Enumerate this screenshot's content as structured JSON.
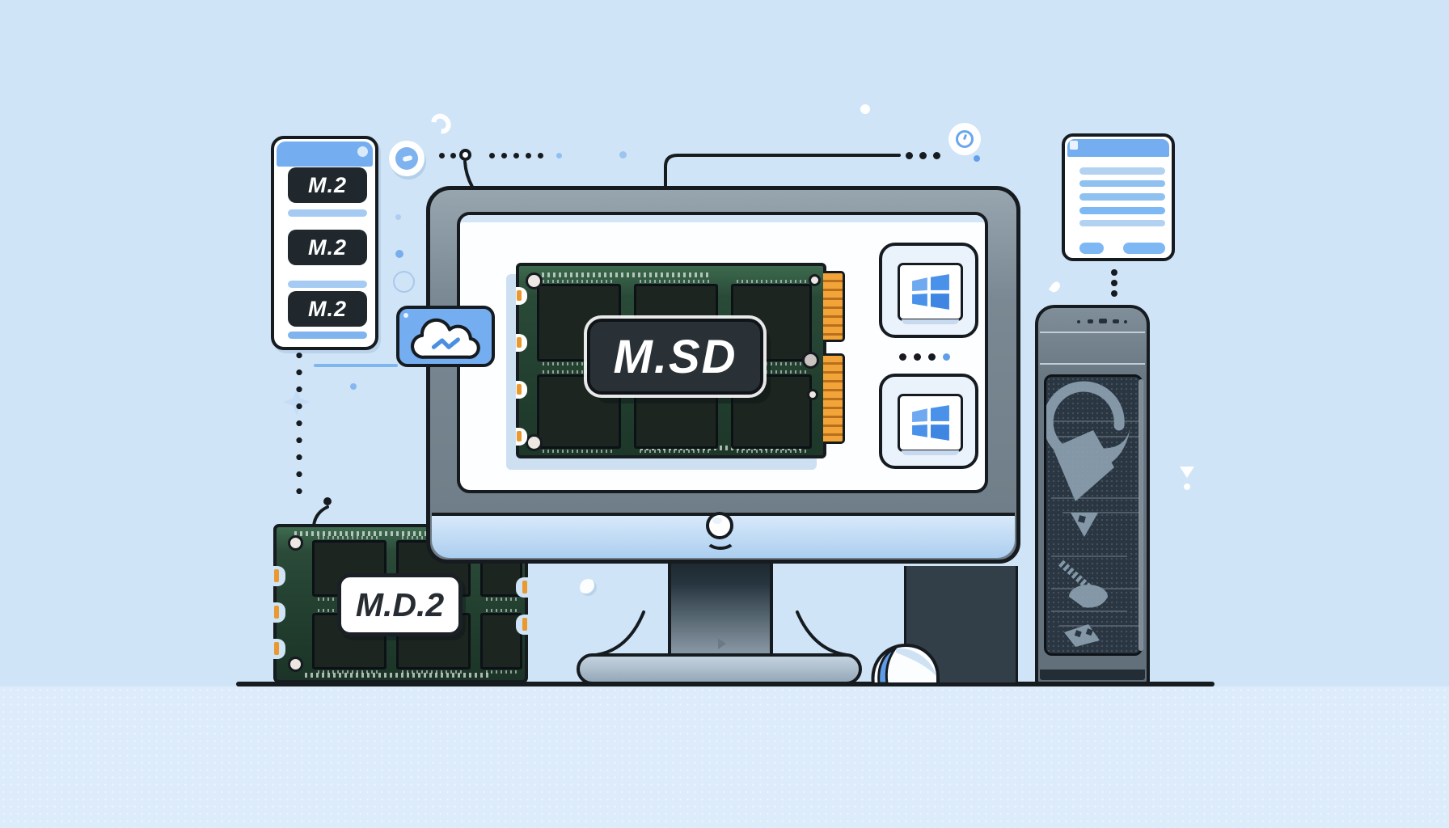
{
  "scene_title": "M.2 SSD hardware illustration",
  "colors": {
    "bg": "#cfe4f7",
    "bg-below": "#ddecfa",
    "ink": "#161b20",
    "blue": "#74aef0",
    "blue-light": "#a5cbf2",
    "blue-strong": "#7db8f4",
    "chip": "#20282e",
    "pcb": "#2b4a38",
    "gold": "#e9992f",
    "frame": "#7b8994",
    "chin": "#bdd9f4",
    "slate": "#323e47",
    "tower": "#6d7b86",
    "mesh": "#2a3641",
    "logo": "#8ea2b2",
    "stand": "#9fb2c2",
    "win-blue": "#4a91ea"
  },
  "slot_card": {
    "items": [
      {
        "label": "M.2"
      },
      {
        "label": "M.2"
      },
      {
        "label": "M.2"
      }
    ]
  },
  "screen_ssd": {
    "label": "M.SD"
  },
  "desk_ssd": {
    "label": "M.D.2"
  },
  "icons": [
    "cloud-icon",
    "windows-logo-icon",
    "document-icon",
    "camera-icon",
    "clock-badge-icon",
    "dash-badge-icon",
    "ssd-icon",
    "pc-tower-icon",
    "mouse-icon"
  ]
}
